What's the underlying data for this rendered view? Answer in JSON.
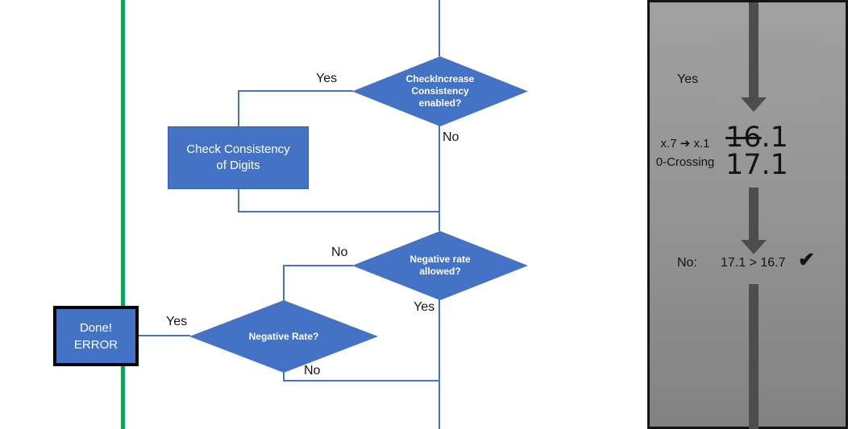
{
  "colors": {
    "shape_blue": "#4472C4",
    "connector_blue": "#4472C4",
    "green_line": "#12A35B",
    "arrow_gray": "#4D4D4D",
    "panel_gray_top": "#A1A1A1",
    "panel_gray_bottom": "#828282"
  },
  "flowchart": {
    "diamond_check_increase": "CheckIncrease Consistency enabled?",
    "process_check_consistency": "Check Consistency of Digits",
    "diamond_negative_allowed": "Negative rate allowed?",
    "diamond_negative_rate": "Negative Rate?",
    "terminal_done_error": "Done!\nERROR",
    "labels": {
      "d1_yes": "Yes",
      "d1_no": "No",
      "d2_no": "No",
      "d2_yes": "Yes",
      "d3_yes": "Yes",
      "d3_no": "No"
    }
  },
  "side_panel": {
    "yes_label": "Yes",
    "annotation_line1": "x.7 ➔ x.1",
    "annotation_line2": "0-Crossing",
    "old_value": {
      "struck": "16",
      "rest": ".1"
    },
    "new_value": "17.1",
    "comparison": {
      "prefix": "No:",
      "expression": "17.1 > 16.7",
      "checkmark": "✔"
    }
  }
}
